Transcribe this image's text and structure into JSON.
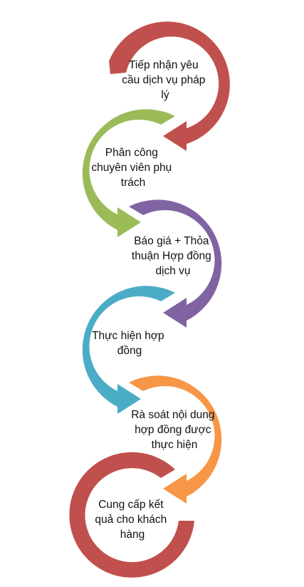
{
  "steps": [
    {
      "lines": [
        "Tiếp nhận yêu",
        "cầu dịch vụ pháp",
        "lý"
      ],
      "color": "#c0504d"
    },
    {
      "lines": [
        "Phân công",
        "chuyên viên phụ",
        "trách"
      ],
      "color": "#9bbb59"
    },
    {
      "lines": [
        "Báo giá + Thỏa",
        "thuận Hợp đồng",
        "dịch vụ"
      ],
      "color": "#8064a2"
    },
    {
      "lines": [
        "Thực hiện hợp",
        "đồng"
      ],
      "color": "#4bacc6"
    },
    {
      "lines": [
        "Rà soát nội dung",
        "hợp đồng được",
        "thực hiện"
      ],
      "color": "#f79646"
    },
    {
      "lines": [
        "Cung cấp kết",
        "quả cho khách",
        "hàng"
      ],
      "color": "#c0504d"
    }
  ]
}
